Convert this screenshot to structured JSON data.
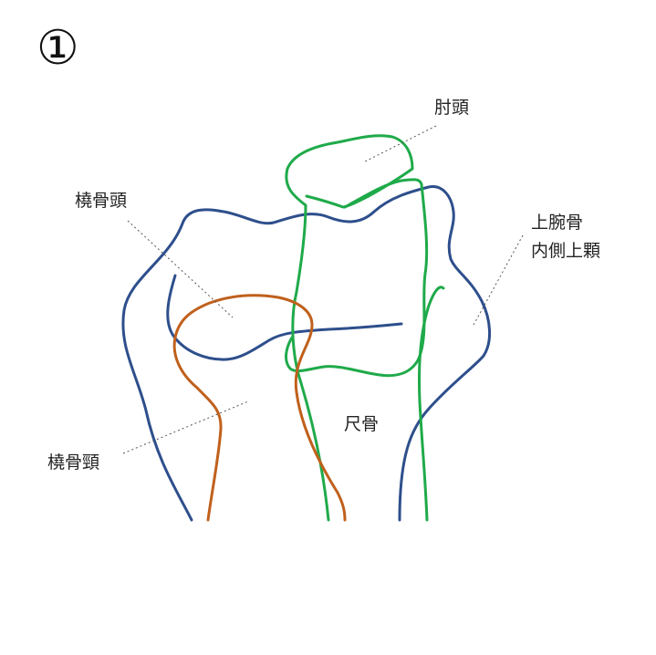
{
  "figure_number": "①",
  "colors": {
    "humerus": "#2e4f8c",
    "ulna": "#1faa4a",
    "radius": "#c0601c",
    "text": "#222222"
  },
  "labels": {
    "olecranon": "肘頭",
    "radial_head": "橈骨頭",
    "medial_epicondyle_line1": "上腕骨",
    "medial_epicondyle_line2": "内側上顆",
    "ulna": "尺骨",
    "radial_neck": "橈骨頸"
  }
}
